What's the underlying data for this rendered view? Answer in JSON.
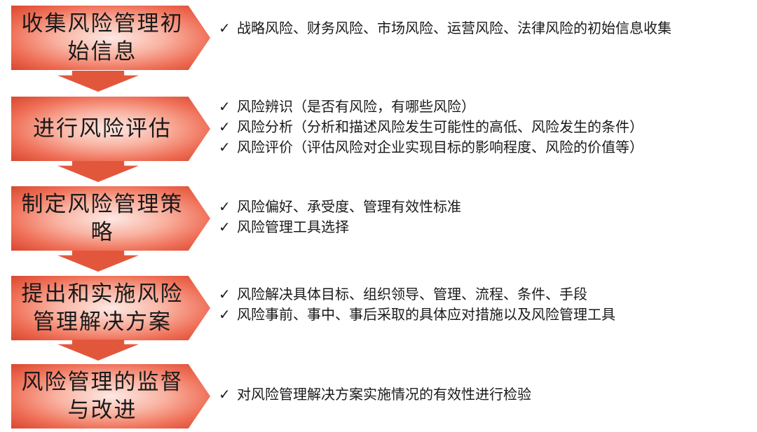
{
  "check_mark": "✓",
  "steps": [
    {
      "label": "收集风险管理初始信息",
      "items": [
        "战略风险、财务风险、市场风险、运营风险、法律风险的初始信息收集"
      ]
    },
    {
      "label": "进行风险评估",
      "items": [
        "风险辨识（是否有风险，有哪些风险）",
        "风险分析（分析和描述风险发生可能性的高低、风险发生的条件）",
        "风险评价（评估风险对企业实现目标的影响程度、风险的价值等）"
      ]
    },
    {
      "label": "制定风险管理策略",
      "items": [
        "风险偏好、承受度、管理有效性标准",
        "风险管理工具选择"
      ]
    },
    {
      "label": "提出和实施风险管理解决方案",
      "items": [
        "风险解决具体目标、组织领导、管理、流程、条件、手段",
        "风险事前、事中、事后采取的具体应对措施以及风险管理工具"
      ]
    },
    {
      "label": "风险管理的监督与改进",
      "items": [
        "对风险管理解决方案实施情况的有效性进行检验"
      ]
    }
  ],
  "colors": {
    "chevron_edge": "#d9472f",
    "chevron_center": "#fde9e4",
    "arrow": "#e2573c"
  }
}
